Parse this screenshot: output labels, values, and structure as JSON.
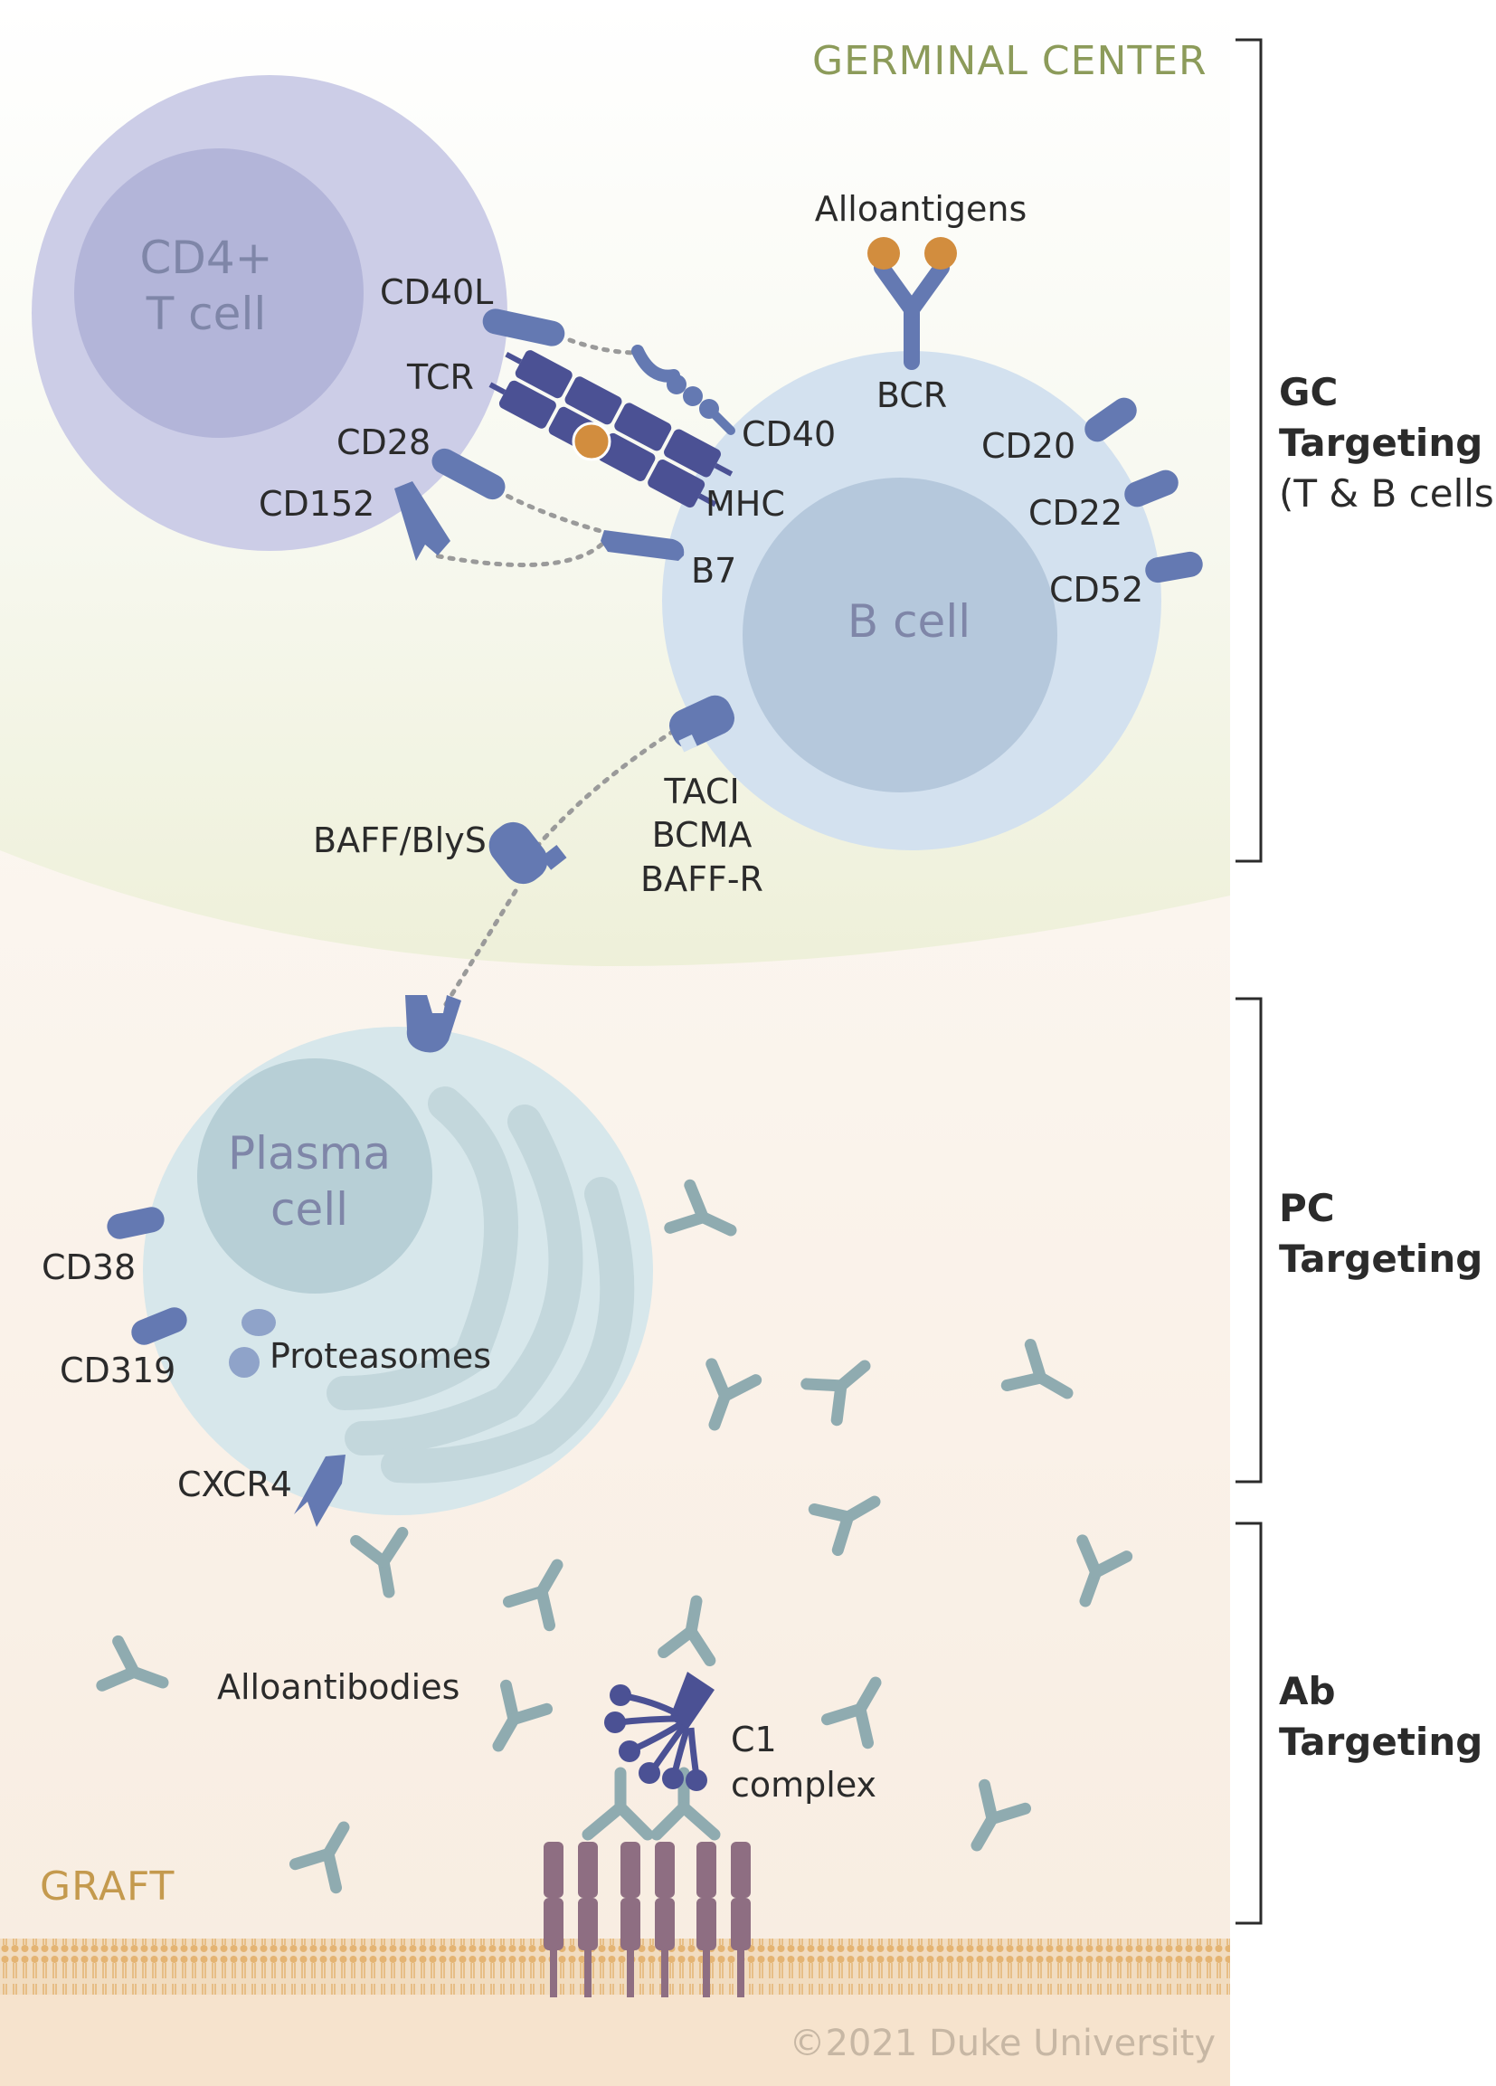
{
  "regions": {
    "germinal_center": "GERMINAL CENTER",
    "graft": "GRAFT",
    "germinal_center_color": "#8c9b5a",
    "graft_color": "#c49a4e"
  },
  "cells": {
    "t_cell_line1": "CD4+",
    "t_cell_line2": "T cell",
    "b_cell": "B cell",
    "plasma_line1": "Plasma",
    "plasma_line2": "cell"
  },
  "labels": {
    "alloantigens": "Alloantigens",
    "bcr": "BCR",
    "cd40l": "CD40L",
    "tcr": "TCR",
    "cd28": "CD28",
    "cd152": "CD152",
    "cd40": "CD40",
    "mhc": "MHC",
    "b7": "B7",
    "cd20": "CD20",
    "cd22": "CD22",
    "cd52": "CD52",
    "taci": "TACI",
    "bcma": "BCMA",
    "baff_r": "BAFF-R",
    "baff_blys": "BAFF/BlyS",
    "cd38": "CD38",
    "cd319": "CD319",
    "proteasomes": "Proteasomes",
    "cxcr4": "CXCR4",
    "alloantibodies": "Alloantibodies",
    "c1_line1": "C1",
    "c1_line2": "complex"
  },
  "side_labels": {
    "gc_line1": "GC",
    "gc_line2": "Targeting",
    "gc_line3": "(T & B cells)",
    "pc_line1": "PC",
    "pc_line2": "Targeting",
    "ab_line1": "Ab",
    "ab_line2": "Targeting"
  },
  "copyright": "©2021 Duke University",
  "colors": {
    "receptor": "#6479b2",
    "tcr_dark": "#4b5194",
    "antigen": "#d28d3e",
    "antibody": "#8fabb0",
    "c1": "#4b5194",
    "graft_receptor": "#8e6e82"
  }
}
